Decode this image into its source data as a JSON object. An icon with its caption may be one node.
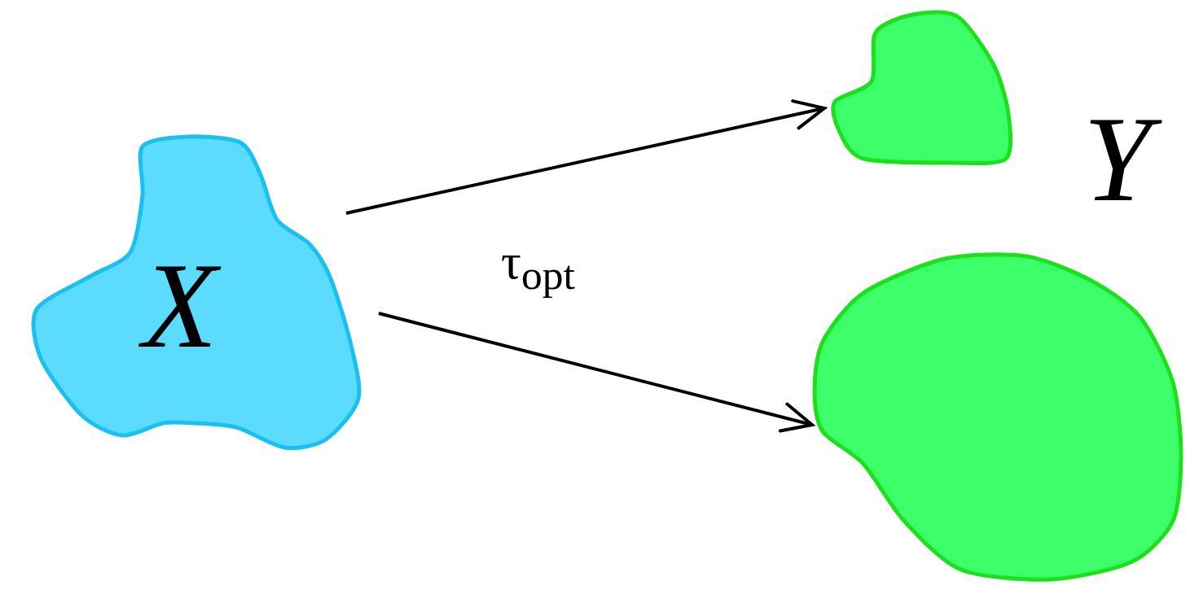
{
  "diagram": {
    "nodes": [
      {
        "text": [
          "X"
        ]
      },
      {
        "text": [],
        "shape": "blob"
      },
      {
        "text": [],
        "shape": "blob"
      }
    ],
    "edges": [
      {
        "from": 0,
        "to": 1,
        "arrow": "to"
      },
      {
        "from": 0,
        "to": 2,
        "arrow": "to"
      }
    ],
    "labels": [
      "τ$_{opt}$",
      "Y"
    ]
  }
}
